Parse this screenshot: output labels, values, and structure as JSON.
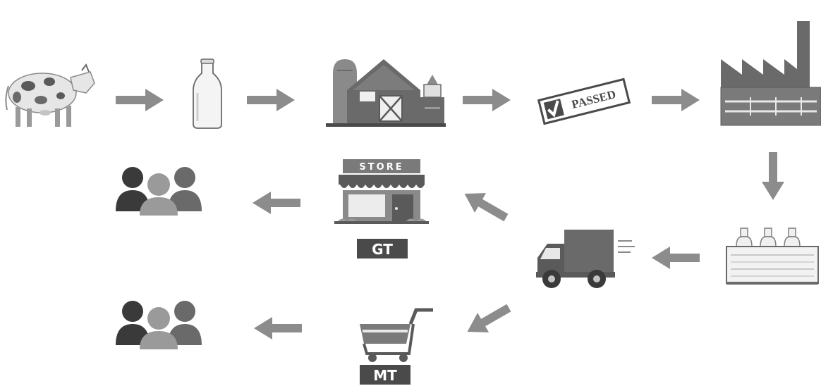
{
  "diagram": {
    "title": "",
    "stages": [
      {
        "id": "cow",
        "icon": "cow-icon"
      },
      {
        "id": "milk",
        "icon": "milk-bottle-icon"
      },
      {
        "id": "farm",
        "icon": "farm-barn-icon"
      },
      {
        "id": "quality",
        "icon": "passed-stamp-icon",
        "label": "PASSED"
      },
      {
        "id": "factory",
        "icon": "factory-icon"
      },
      {
        "id": "crate",
        "icon": "milk-crate-icon"
      },
      {
        "id": "truck",
        "icon": "delivery-truck-icon"
      },
      {
        "id": "store",
        "icon": "store-icon",
        "sign": "STORE",
        "badge": "GT"
      },
      {
        "id": "cart",
        "icon": "shopping-cart-icon",
        "badge": "MT"
      },
      {
        "id": "consumers-gt",
        "icon": "people-icon"
      },
      {
        "id": "consumers-mt",
        "icon": "people-icon"
      }
    ],
    "flow": [
      [
        "cow",
        "milk"
      ],
      [
        "milk",
        "farm"
      ],
      [
        "farm",
        "quality"
      ],
      [
        "quality",
        "factory"
      ],
      [
        "factory",
        "crate"
      ],
      [
        "crate",
        "truck"
      ],
      [
        "truck",
        "store"
      ],
      [
        "truck",
        "cart"
      ],
      [
        "store",
        "consumers-gt"
      ],
      [
        "cart",
        "consumers-mt"
      ]
    ],
    "colors": {
      "arrow": "#8c8c8c",
      "icon_dark": "#5a5a5a",
      "icon_mid": "#8a8a8a",
      "icon_light": "#c4c4c4",
      "badge_bg": "#4a4a4a",
      "badge_text": "#ffffff"
    }
  }
}
